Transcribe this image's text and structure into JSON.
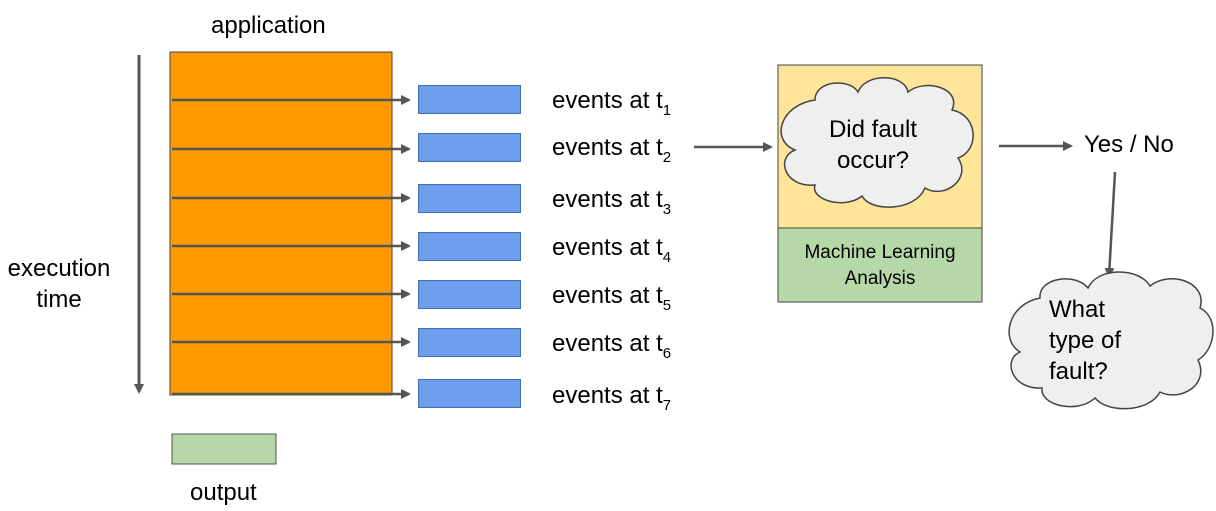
{
  "application_label": "application",
  "axis": {
    "line1": "execution",
    "line2": "time"
  },
  "events": [
    {
      "text": "events at t",
      "sub": "1"
    },
    {
      "text": "events at t",
      "sub": "2"
    },
    {
      "text": "events at t",
      "sub": "3"
    },
    {
      "text": "events at t",
      "sub": "4"
    },
    {
      "text": "events at t",
      "sub": "5"
    },
    {
      "text": "events at t",
      "sub": "6"
    },
    {
      "text": "events at t",
      "sub": "7"
    }
  ],
  "legend": {
    "output_label": "output"
  },
  "analysis": {
    "question_line1": "Did fault",
    "question_line2": "occur?",
    "ml_line1": "Machine Learning",
    "ml_line2": "Analysis"
  },
  "result": {
    "answer": "Yes / No"
  },
  "followup": {
    "line1": "What",
    "line2": "type of",
    "line3": "fault?"
  },
  "colors": {
    "application": "#ff9900",
    "event_box": "#6d9eeb",
    "output_box": "#b6d7a8",
    "ml_panel_top": "#ffe599",
    "ml_panel_bottom": "#b6d7a8",
    "cloud_fill": "#efefef",
    "arrow": "#555555"
  }
}
